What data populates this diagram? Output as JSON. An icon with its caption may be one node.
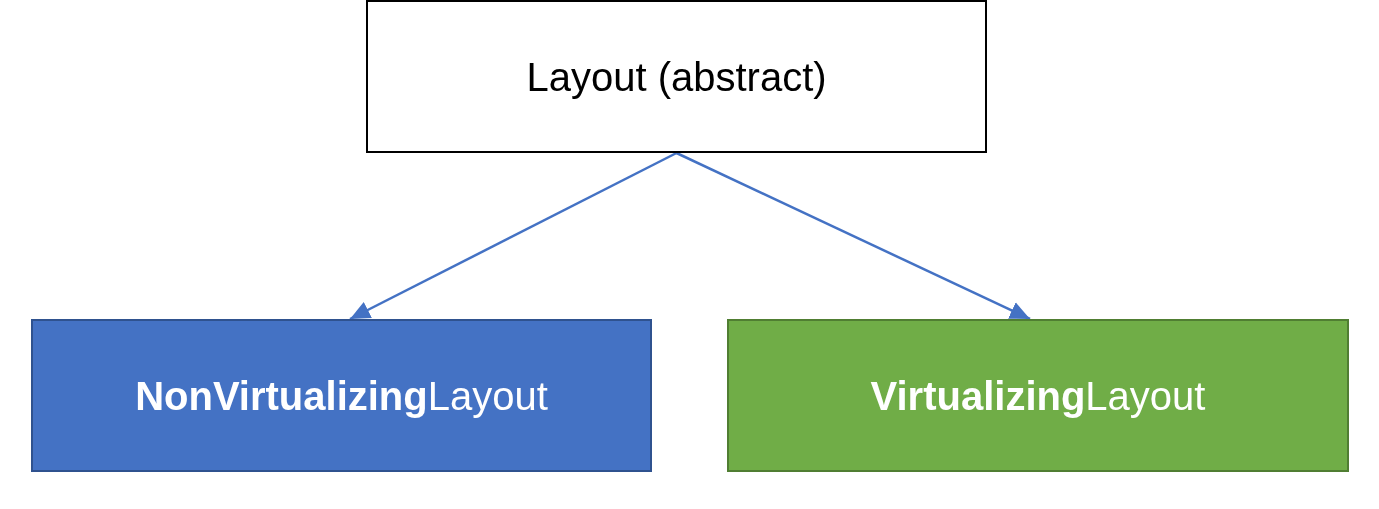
{
  "diagram": {
    "nodes": [
      {
        "text": [
          "Layout (abstract)"
        ]
      },
      {
        "text": [
          "**NonVirtualizing**Layout"
        ]
      },
      {
        "text": [
          "**Virtualizing**Layout"
        ]
      }
    ],
    "edges": [
      {
        "from": 0,
        "to": 1,
        "arrow": "to"
      },
      {
        "from": 0,
        "to": 2,
        "arrow": "to"
      }
    ]
  }
}
